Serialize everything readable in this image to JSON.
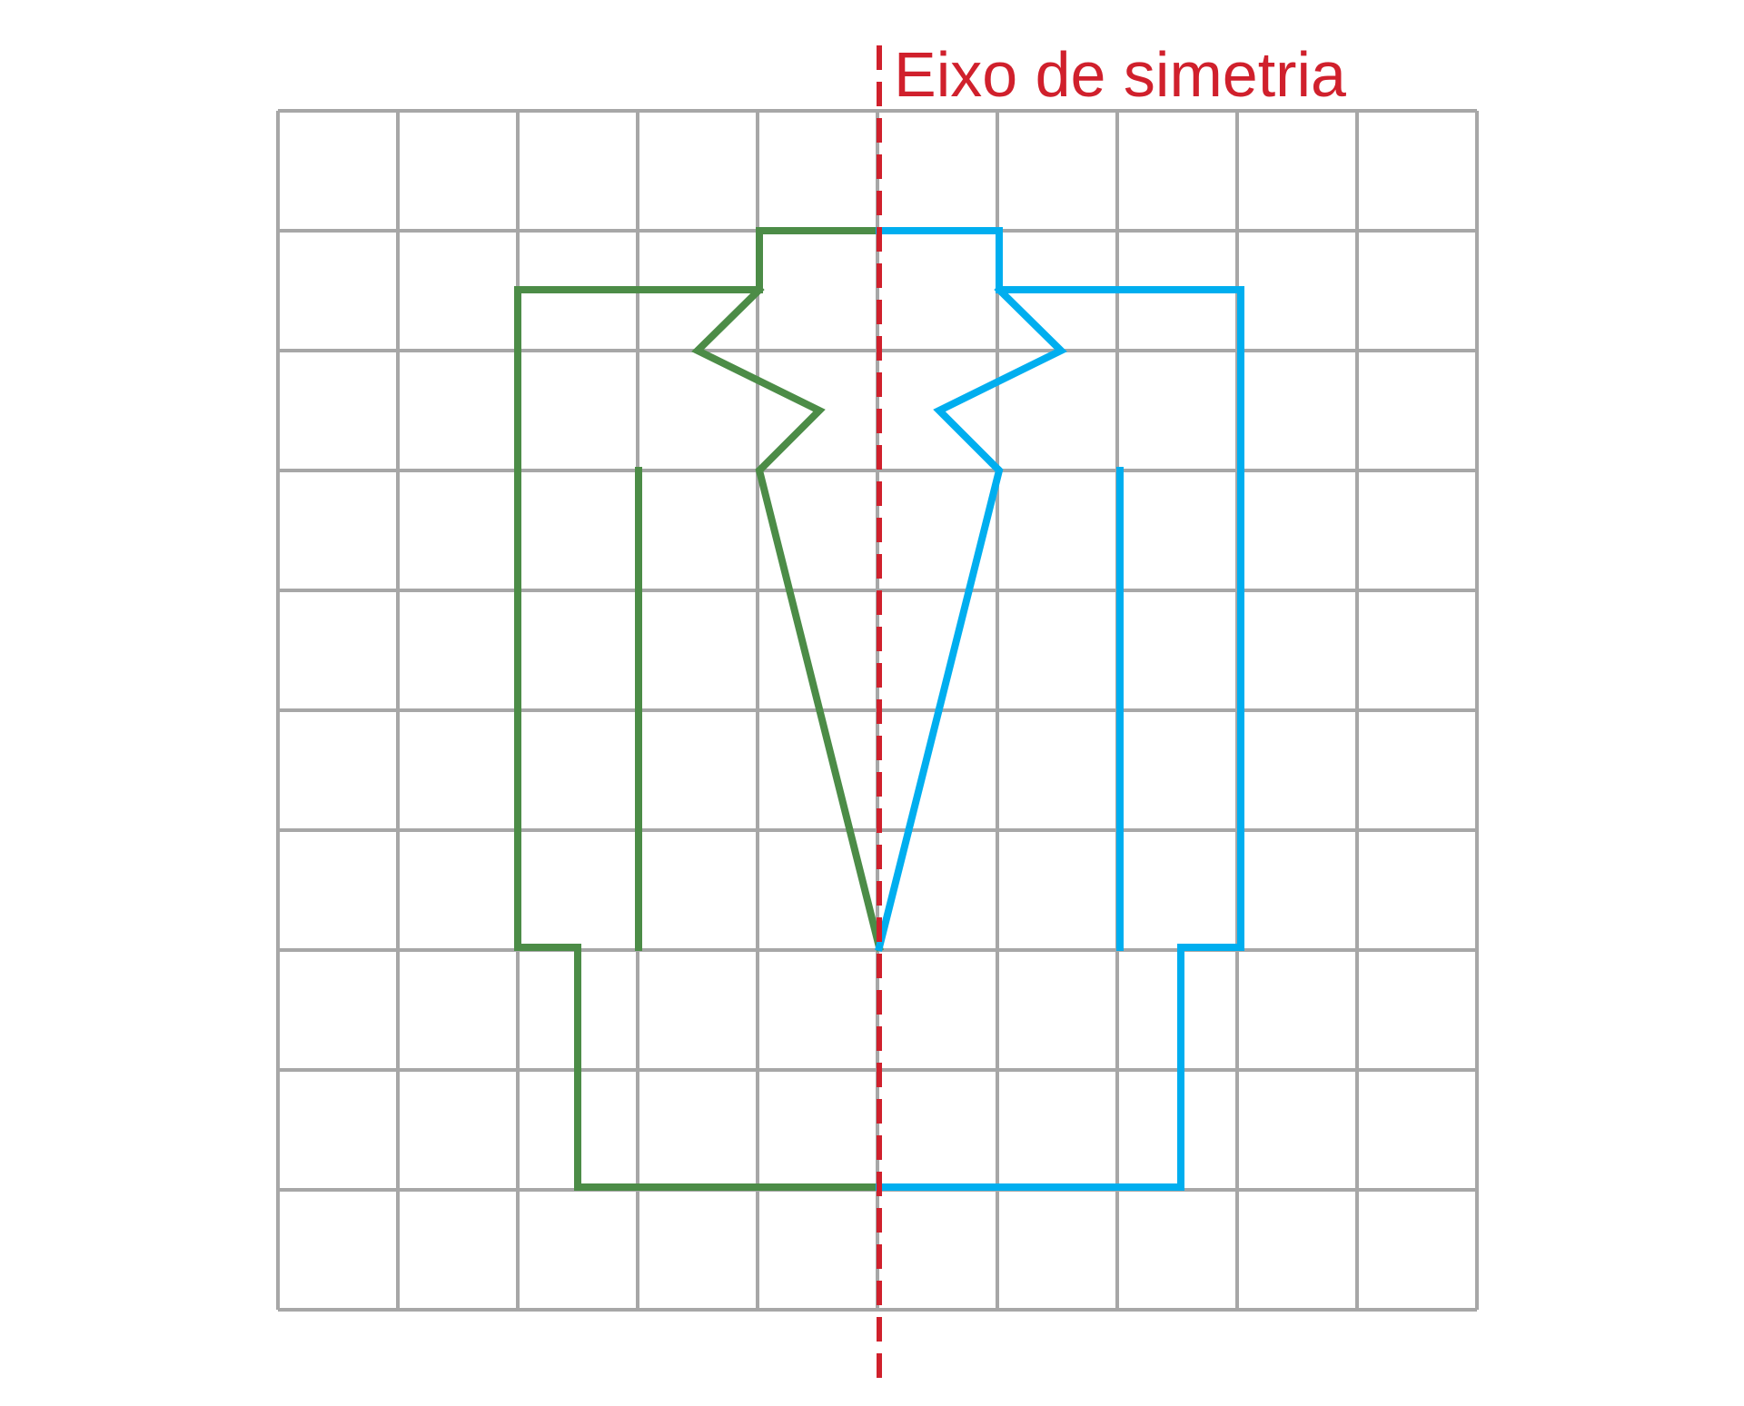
{
  "axis": {
    "label": "Eixo de simetria",
    "color": "#d0202c"
  },
  "grid": {
    "columns": 10,
    "rows": 10,
    "color": "#a7a7a7"
  },
  "figures": {
    "original": {
      "color": "#4c8c47"
    },
    "reflection": {
      "color": "#00aeef"
    }
  }
}
